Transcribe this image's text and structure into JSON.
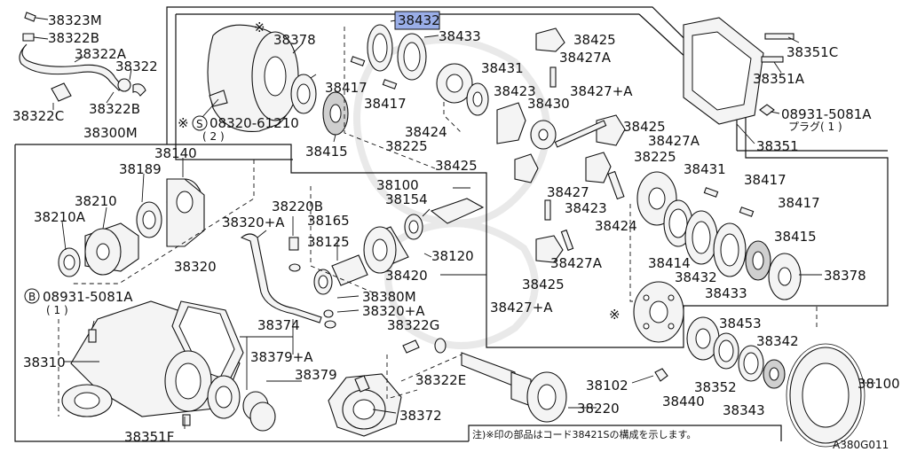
{
  "labels": {
    "p38323M": "38323M",
    "p38322B_top": "38322B",
    "p38322A": "38322A",
    "p38322": "38322",
    "p38322C": "38322C",
    "p38322B_bot": "38322B",
    "p38300M": "38300M",
    "p38432_top": "38432",
    "p38433_top": "38433",
    "p38425_top": "38425",
    "p38427A_top": "38427A",
    "p38431_top": "38431",
    "p38427pA_top": "38427+A",
    "p38378_top": "38378",
    "p38417_a": "38417",
    "p38417_b": "38417",
    "p38423_top": "38423",
    "p38430": "38430",
    "p38424_top": "38424",
    "p38225_top": "38225",
    "p38425_mid": "38425",
    "p38427A_mid": "38427A",
    "p38415_top": "38415",
    "p08320": "08320-61210",
    "p08320_qty": "( 2 )",
    "p38351C": "38351C",
    "p38351A": "38351A",
    "p08931_top": "08931-5081A",
    "p_plug": "プラグ( 1 )",
    "p38351": "38351",
    "p38140": "38140",
    "p38189": "38189",
    "p38210": "38210",
    "p38210A": "38210A",
    "p38100_top": "38100",
    "p38154": "38154",
    "p38220B": "38220B",
    "p38165": "38165",
    "p38320pA_top": "38320+A",
    "p38125": "38125",
    "p38120": "38120",
    "p38420": "38420",
    "p38425_l": "38425",
    "p38427": "38427",
    "p38423_r": "38423",
    "p38225_r": "38225",
    "p38431_r": "38431",
    "p38417_r1": "38417",
    "p38417_r2": "38417",
    "p38424_r": "38424",
    "p38415_r": "38415",
    "p38414": "38414",
    "p38432_r": "38432",
    "p38433_r": "38433",
    "p38378_r": "38378",
    "p38427A_r": "38427A",
    "p38425_b": "38425",
    "p38427pA_b": "38427+A",
    "p38320": "38320",
    "p08931_b": "08931-5081A",
    "p08931_b_qty": "( 1 )",
    "p38380M": "38380M",
    "p38320pA_b": "38320+A",
    "p38374": "38374",
    "p38322G": "38322G",
    "p38310": "38310",
    "p38379pA": "38379+A",
    "p38379": "38379",
    "p38322E": "38322E",
    "p38453": "38453",
    "p38342": "38342",
    "p38102": "38102",
    "p38352": "38352",
    "p38100_r": "38100",
    "p38440": "38440",
    "p38343": "38343",
    "p38220": "38220",
    "p38372": "38372",
    "p38351F": "38351F",
    "asterisk": "※",
    "circle_s": "S",
    "circle_b": "B",
    "footnote": "注)※印の部品はコード38421Sの構成を示します。",
    "diagram_code": "A380G011"
  },
  "highlight_color": "#9aaee8"
}
